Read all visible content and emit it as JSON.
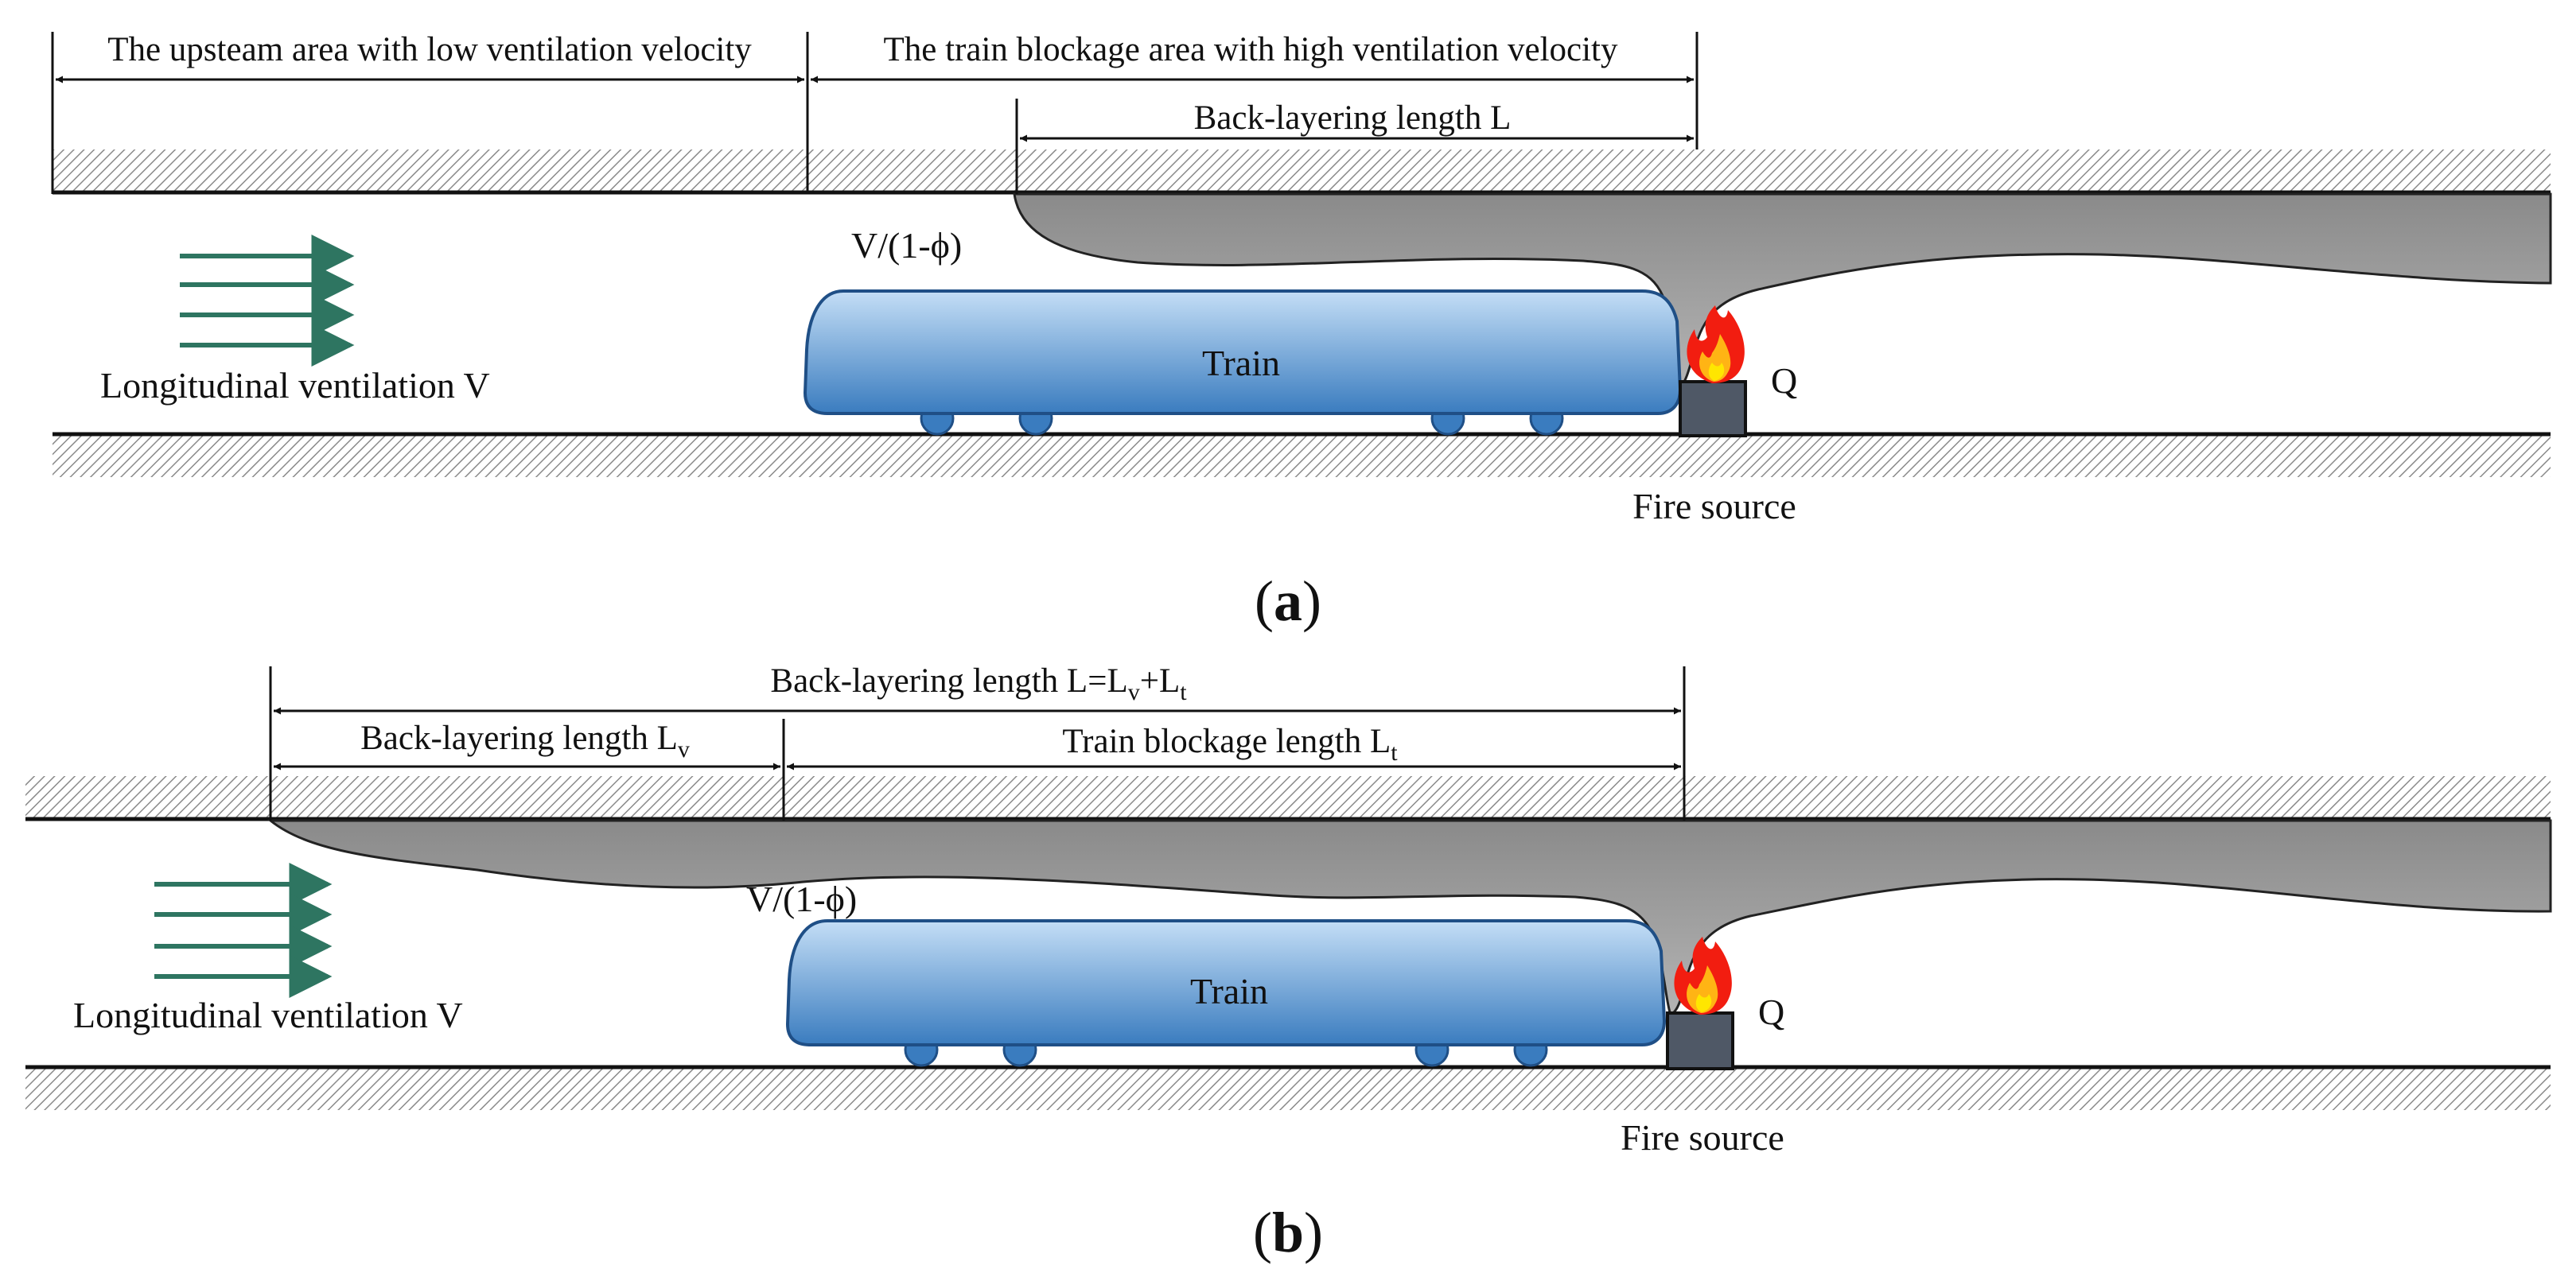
{
  "colors": {
    "smoke": "#9a9a9a",
    "train_top": "#bcd9f5",
    "train_bottom": "#3c7fc0",
    "train_outline": "#1f4f86",
    "arrow": "#2e7561",
    "fire_box": "#4f5866",
    "hatch": "#808080",
    "line": "#111111"
  },
  "icons": [
    "arrow-right-icon",
    "fire-icon",
    "train-icon"
  ],
  "panel_a": {
    "label_open": "(",
    "label_letter": "a",
    "label_close": ")",
    "upstream_area": "The upsteam area with low ventilation velocity",
    "blockage_area": "The train blockage area with high ventilation velocity",
    "back_layering": "Back-layering length L",
    "velocity": "V/(1-ϕ)",
    "train": "Train",
    "ventilation": "Longitudinal ventilation V",
    "heat": "Q",
    "fire_source": "Fire source"
  },
  "panel_b": {
    "label_open": "(",
    "label_letter": "b",
    "label_close": ")",
    "total_prefix": "Back-layering length L=L",
    "total_sub_v": "v",
    "total_plus": "+L",
    "total_sub_t": "t",
    "lv_prefix": "Back-layering length L",
    "lv_sub": "v",
    "lt_prefix": "Train blockage length L",
    "lt_sub": "t",
    "velocity": "V/(1-ϕ)",
    "train": "Train",
    "ventilation": "Longitudinal ventilation V",
    "heat": "Q",
    "fire_source": "Fire source"
  }
}
